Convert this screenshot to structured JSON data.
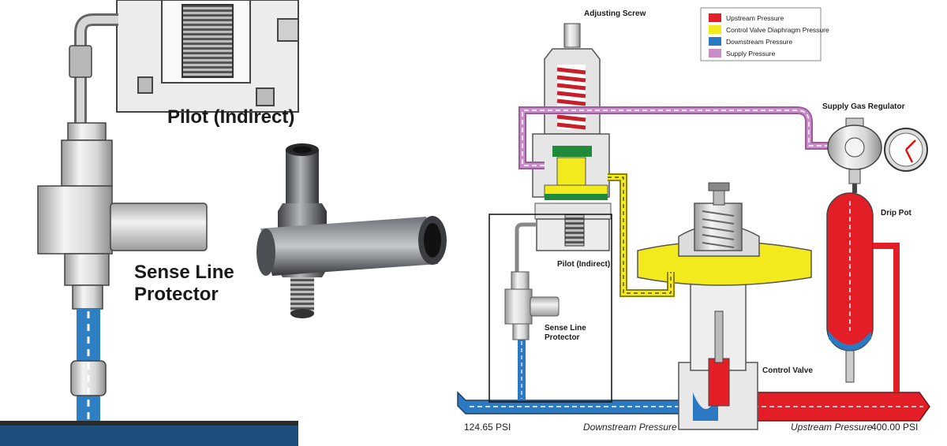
{
  "left_panel": {
    "pilot_label": "Pilot (Indirect)",
    "protector_label_line1": "Sense Line",
    "protector_label_line2": "Protector"
  },
  "diagram": {
    "adjusting_screw": "Adjusting Screw",
    "pilot_label": "Pilot (Indirect)",
    "protector_label_line1": "Sense Line",
    "protector_label_line2": "Protector",
    "supply_gas_regulator": "Supply Gas Regulator",
    "drip_pot": "Drip Pot",
    "control_valve": "Control Valve",
    "downstream_psi": "124.65 PSI",
    "downstream_label": "Downstream Pressure",
    "upstream_label": "Upstream Pressure",
    "upstream_psi": "400.00 PSI"
  },
  "legend": [
    {
      "label": "Upstream Pressure",
      "color": "#e41e26"
    },
    {
      "label": "Control Valve Diaphragm Pressure",
      "color": "#f2ea1c"
    },
    {
      "label": "Downstream Pressure",
      "color": "#2a79c2"
    },
    {
      "label": "Supply Pressure",
      "color": "#c98ec8"
    }
  ]
}
